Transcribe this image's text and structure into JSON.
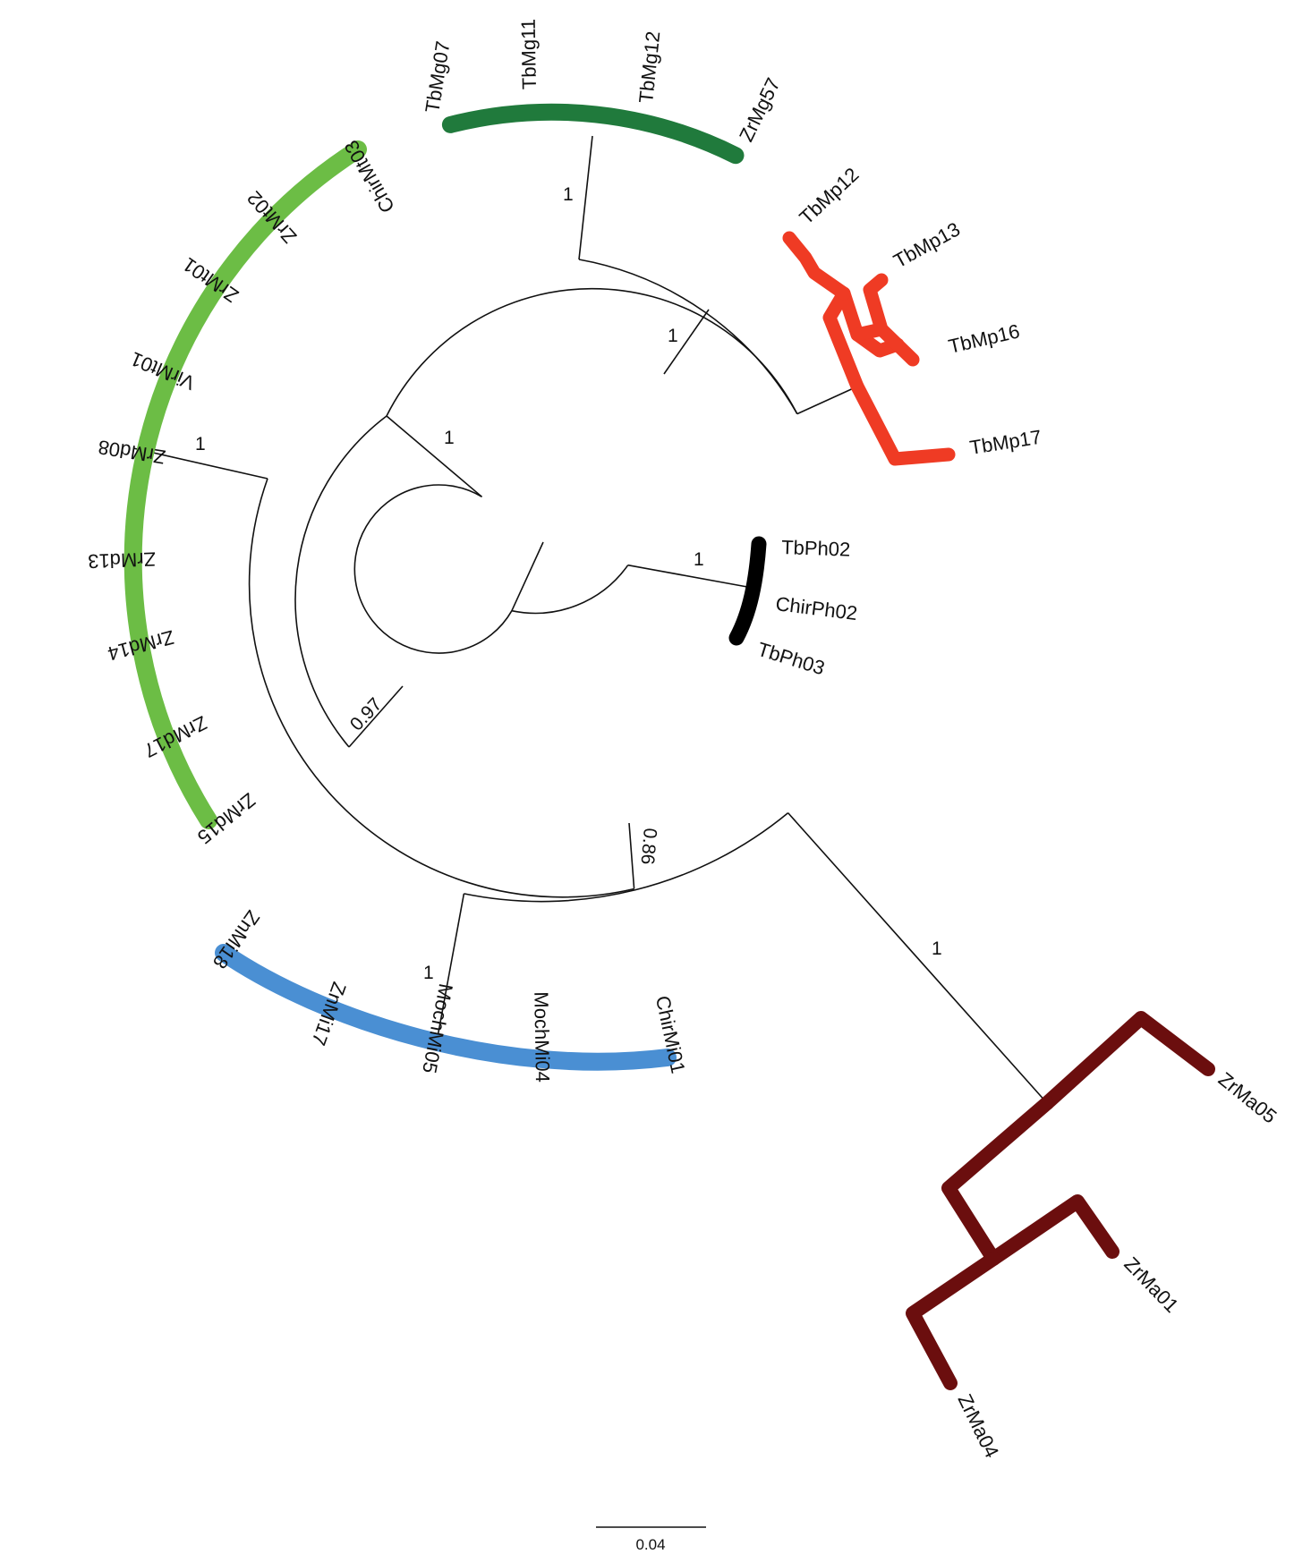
{
  "colors": {
    "branch": "#111111",
    "mg_clade": "#207a3c",
    "mp_clade": "#ef3b24",
    "ph_clade": "#000000",
    "mt_md_clade": "#6cbd45",
    "mi_clade": "#4a8fd3",
    "ma_clade": "#6b0e0e"
  },
  "taxa": {
    "TbMg07": "TbMg07",
    "TbMg11": "TbMg11",
    "TbMg12": "TbMg12",
    "ZrMg57": "ZrMg57",
    "TbMp12": "TbMp12",
    "TbMp13": "TbMp13",
    "TbMp16": "TbMp16",
    "TbMp17": "TbMp17",
    "TbPh02": "TbPh02",
    "ChirPh02": "ChirPh02",
    "TbPh03": "TbPh03",
    "ChirMt03": "ChirMt03",
    "ZrMt02": "ZrMt02",
    "ZrMt01": "ZrMt01",
    "VirMt01": "VirMt01",
    "ZrMd08": "ZrMd08",
    "ZrMd13": "ZrMd13",
    "ZrMd14": "ZrMd14",
    "ZrMd17": "ZrMd17",
    "ZrMd15": "ZrMd15",
    "ZnMi18": "ZnMi18",
    "ZnMi17": "ZnMi17",
    "MochMi05": "MochMi05",
    "MochMi04": "MochMi04",
    "ChirMi01": "ChirMi01",
    "ZrMa05": "ZrMa05",
    "ZrMa01": "ZrMa01",
    "ZrMa04": "ZrMa04"
  },
  "support": {
    "mg": "1",
    "mg_mp": "1",
    "ph": "1",
    "upper": "1",
    "mt_md": "1",
    "lower": "0.97",
    "mi_ma": "0.86",
    "mi": "1",
    "ma": "1"
  },
  "scale": {
    "label": "0.04"
  }
}
